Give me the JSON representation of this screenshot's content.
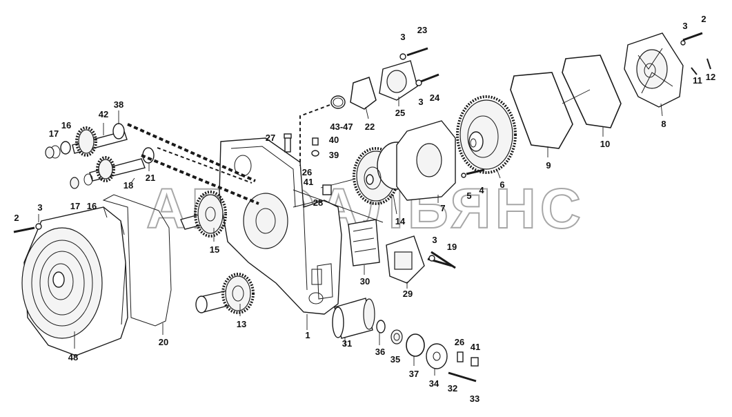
{
  "watermark": "АВТОАЛЬЯНС",
  "callouts": {
    "c1": "1",
    "c2a": "2",
    "c2b": "2",
    "c3a": "3",
    "c3b": "3",
    "c3c": "3",
    "c3d": "3",
    "c3e": "3",
    "c4": "4",
    "c5": "5",
    "c6": "6",
    "c7": "7",
    "c8": "8",
    "c9": "9",
    "c10": "10",
    "c11": "11",
    "c12": "12",
    "c13": "13",
    "c14": "14",
    "c15": "15",
    "c16a": "16",
    "c16b": "16",
    "c17a": "17",
    "c17b": "17",
    "c18": "18",
    "c19": "19",
    "c20": "20",
    "c21": "21",
    "c22": "22",
    "c23": "23",
    "c24": "24",
    "c25": "25",
    "c26a": "26",
    "c26b": "26",
    "c27": "27",
    "c28": "28",
    "c29": "29",
    "c30": "30",
    "c31": "31",
    "c32": "32",
    "c33": "33",
    "c34": "34",
    "c35": "35",
    "c36": "36",
    "c37": "37",
    "c38": "38",
    "c39": "39",
    "c40": "40",
    "c41a": "41",
    "c41b": "41",
    "c42": "42",
    "c43": "43-47",
    "c48": "48"
  }
}
